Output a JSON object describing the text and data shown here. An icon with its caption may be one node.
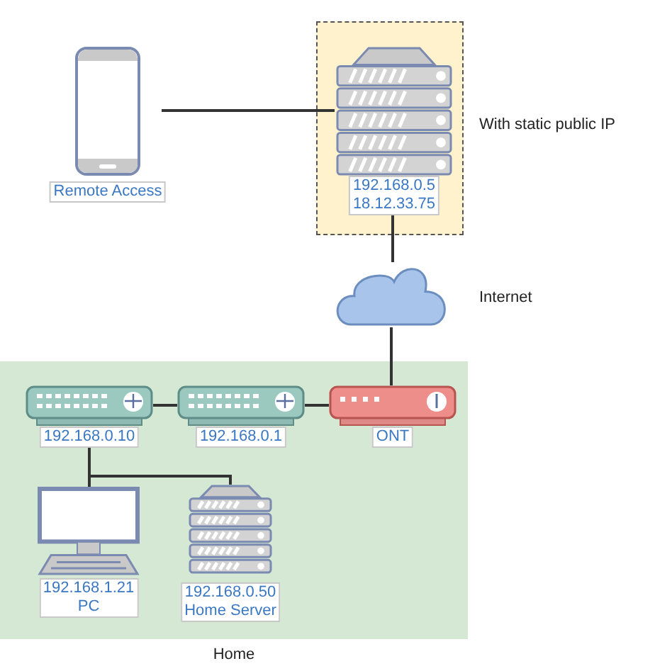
{
  "diagram": {
    "nodes": [
      {
        "text": [],
        "shape": "box"
      },
      {
        "text": [
          "Remote Access"
        ]
      },
      {
        "text": [
          "192.168.0.5",
          "18.12.33.75"
        ],
        "in": 0
      },
      {
        "text": [],
        "shape": "cloud",
        "beside": [
          "Internet"
        ]
      },
      {
        "text": [
          "Home"
        ]
      },
      {
        "text": [
          "192.168.0.10"
        ],
        "in": 4
      },
      {
        "text": [
          "192.168.0.1"
        ],
        "in": 4
      },
      {
        "text": [
          "ONT"
        ],
        "in": 4
      },
      {
        "text": [
          "192.168.1.21",
          "PC"
        ],
        "in": 4
      },
      {
        "text": [
          "192.168.0.50",
          "Home Server"
        ],
        "in": 4
      }
    ],
    "edges": [
      {
        "from": 1,
        "to": 2,
        "arrow": "none"
      },
      {
        "from": 2,
        "to": 3,
        "arrow": "none"
      },
      {
        "from": 3,
        "to": 7,
        "arrow": "none"
      },
      {
        "from": 7,
        "to": 6,
        "arrow": "none"
      },
      {
        "from": 6,
        "to": 5,
        "arrow": "none"
      },
      {
        "from": 5,
        "to": 8,
        "arrow": "none"
      },
      {
        "from": 5,
        "to": 9,
        "arrow": "none"
      }
    ],
    "labels": [
      "With static public IP"
    ]
  }
}
